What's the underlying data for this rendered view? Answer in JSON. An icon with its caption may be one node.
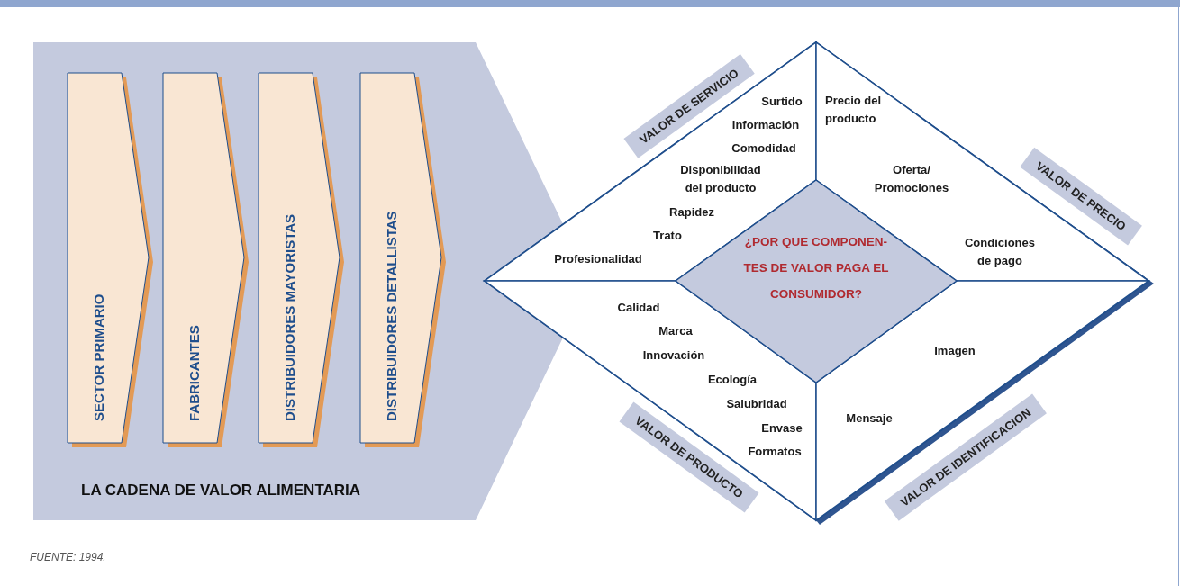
{
  "diagram": {
    "caption": "FUENTE: 1994.",
    "nodes": [
      {
        "text": [
          "LA CADENA DE VALOR ALIMENTARIA"
        ]
      },
      {
        "text": [
          "SECTOR PRIMARIO"
        ],
        "in": 0
      },
      {
        "text": [
          "FABRICANTES"
        ],
        "in": 0
      },
      {
        "text": [
          "DISTRIBUIDORES MAYORISTAS"
        ],
        "in": 0
      },
      {
        "text": [
          "DISTRIBUIDORES DETALLISTAS"
        ],
        "in": 0
      },
      {
        "text": [],
        "shape": "diamond"
      },
      {
        "text": [
          "Surtido",
          "Información",
          "Comodidad",
          "Disponibilidad del producto",
          "Rapidez",
          "Trato",
          "Profesionalidad"
        ],
        "beside": [
          "VALOR DE SERVICIO"
        ],
        "in": 5
      },
      {
        "text": [
          "Precio del producto",
          "Oferta/ Promociones",
          "Condiciones de pago"
        ],
        "beside": [
          "VALOR DE PRECIO"
        ],
        "in": 5
      },
      {
        "text": [
          "Calidad",
          "Marca",
          "Innovación",
          "Ecología",
          "Salubridad",
          "Envase",
          "Formatos"
        ],
        "beside": [
          "VALOR DE PRODUCTO"
        ],
        "in": 5
      },
      {
        "text": [
          "Imagen",
          "Mensaje"
        ],
        "beside": [
          "VALOR DE IDENTIFICACION"
        ],
        "in": 5
      },
      {
        "text": [
          "¿POR QUE COMPONEN- TES DE VALOR PAGA EL CONSUMIDOR?"
        ],
        "in": 5
      }
    ]
  }
}
